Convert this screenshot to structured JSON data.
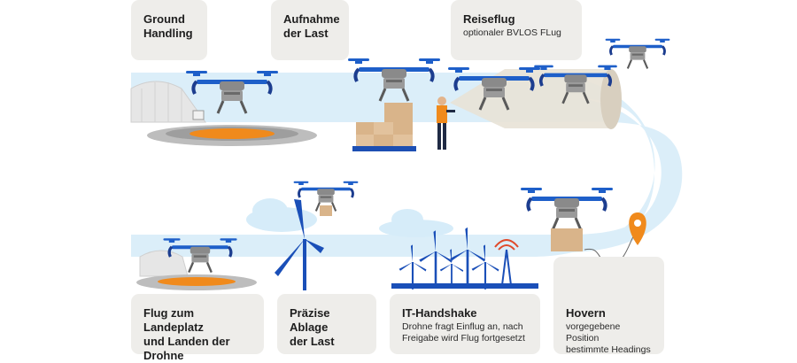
{
  "cards": {
    "ground_handling": {
      "title": "Ground\nHandling"
    },
    "load_pickup": {
      "title": "Aufnahme\nder Last"
    },
    "cruise": {
      "title": "Reiseflug",
      "subtitle": "optionaler BVLOS FLug"
    },
    "landing": {
      "title": "Flug zum Landeplatz\nund Landen der Drohne"
    },
    "placement": {
      "title": "Präzise Ablage\nder Last"
    },
    "it_handshake": {
      "title": "IT-Handshake",
      "subtitle": "Drohne fragt Einflug an, nach\nFreigabe wird Flug fortgesetzt"
    },
    "hover": {
      "title": "Hovern",
      "subtitle": "vorgegebene Position\nbestimmte Headings"
    }
  },
  "colors": {
    "path": "#dbeef9",
    "drone_blue": "#1e5fc9",
    "drone_dark": "#1c3d8f",
    "drone_body": "#8a8a8a",
    "pad_orange": "#f08a1c",
    "box": "#d9b48a",
    "pallet": "#1d4fb3",
    "pin": "#f08a1c",
    "turbine": "#1a4fb8",
    "cloud": "#d6ecf9"
  },
  "icons": [
    "hangar-icon",
    "drone-icon",
    "landing-pad-icon",
    "parcel-icon",
    "pallet-icon",
    "operator-icon",
    "camera-cone-icon",
    "wind-turbine-icon",
    "cloud-icon",
    "radio-tower-icon",
    "location-pin-icon"
  ]
}
